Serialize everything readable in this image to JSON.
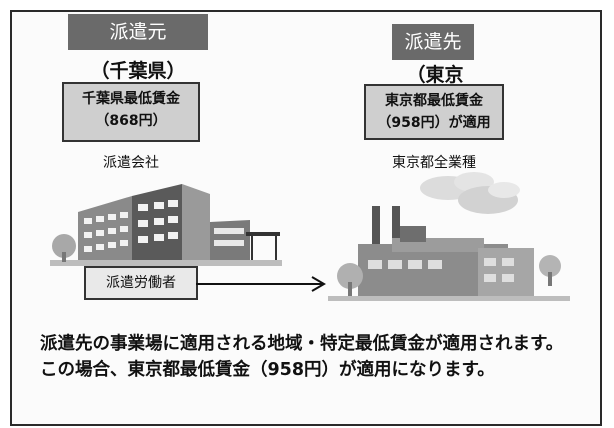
{
  "left": {
    "header": "派遣元",
    "region": "（千葉県）",
    "wage_line1": "千葉県最低賃金",
    "wage_line2": "（868円）",
    "caption": "派遣会社"
  },
  "right": {
    "header": "派遣先",
    "region": "（東京",
    "wage_line1": "東京都最低賃金",
    "wage_line2": "（958円）が適用",
    "caption": "東京都全業種"
  },
  "worker_label": "派遣労働者",
  "note_line1": "派遣先の事業場に適用される地域・特定最低賃金が適用されます。",
  "note_line2": "この場合、東京都最低賃金（958円）が適用になります。"
}
